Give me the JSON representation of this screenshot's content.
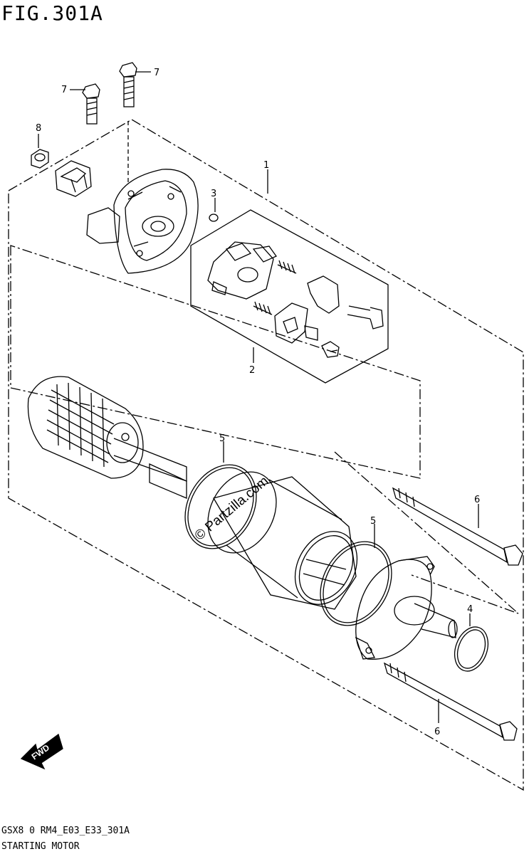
{
  "figure": {
    "title": "FIG.301A",
    "code": "GSX8 0 RM4_E03_E33_301A",
    "name": "STARTING MOTOR"
  },
  "callouts": {
    "c1": "1",
    "c2": "2",
    "c3": "3",
    "c4": "4",
    "c5a": "5",
    "c5b": "5",
    "c6a": "6",
    "c6b": "6",
    "c7a": "7",
    "c7b": "7",
    "c8": "8"
  },
  "watermark": "© Partzilla.com",
  "fwd_label": "FWD"
}
